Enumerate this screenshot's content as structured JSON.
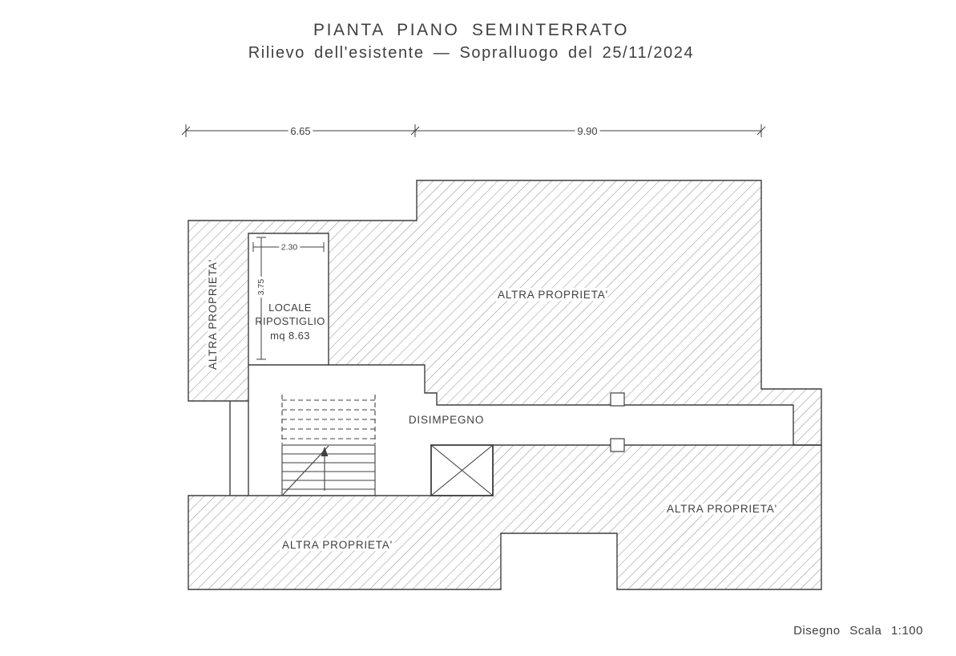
{
  "header": {
    "title_line1": "PIANTA PIANO SEMINTERRATO",
    "title_line2": "Rilievo dell'esistente — Sopralluogo del 25/11/2024"
  },
  "dimensions": {
    "overall_width_left": "6.65",
    "overall_width_right": "9.90",
    "storage_width": "2.30",
    "storage_depth": "3.75"
  },
  "rooms": {
    "storage_name_line1": "LOCALE",
    "storage_name_line2": "RIPOSTIGLIO",
    "storage_area": "mq 8.63",
    "hallway_label": "DISIMPEGNO",
    "other_property_left": "ALTRA PROPRIETA'",
    "other_property_top_right": "ALTRA PROPRIETA'",
    "other_property_bottom_left": "ALTRA PROPRIETA'",
    "other_property_bottom_right": "ALTRA PROPRIETA'"
  },
  "footer": {
    "scale_note": "Disegno Scala 1:100"
  },
  "colors": {
    "ink": "#3f3f3f",
    "hatch_line": "#707070",
    "background": "#ffffff"
  }
}
